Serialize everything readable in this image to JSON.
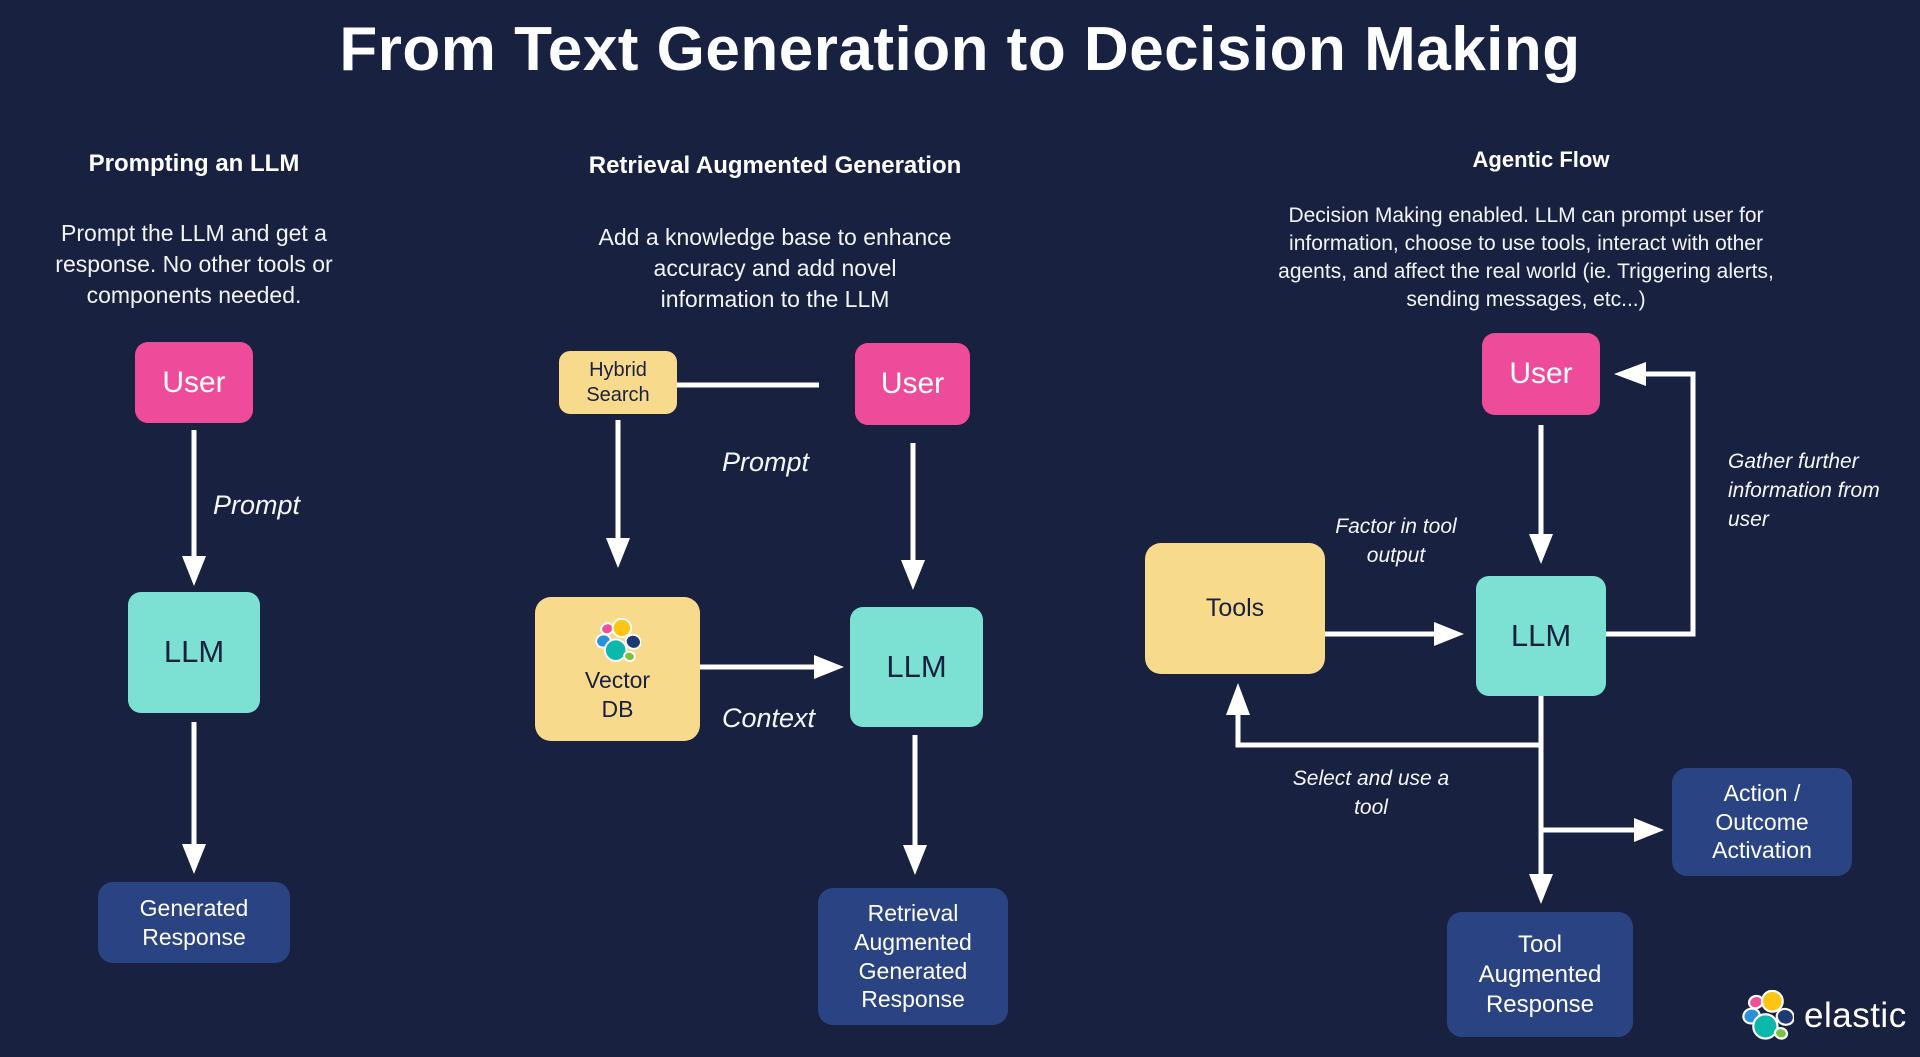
{
  "title": "From Text Generation to Decision Making",
  "brand": "elastic",
  "colors": {
    "background": "#182140",
    "user_box": "#ee4c9b",
    "llm_box": "#7ce0d2",
    "tool_box": "#f8da8c",
    "response_box": "#2a4383",
    "arrow": "#ffffff",
    "logo_palette": {
      "yellow": "#fec514",
      "pink": "#f04e98",
      "blue": "#2b8fd9",
      "teal": "#0cb7ac",
      "navy": "#1e3a70",
      "green": "#7bc142"
    }
  },
  "columns": {
    "prompting": {
      "heading": "Prompting an LLM",
      "description": "Prompt the LLM and get a\nresponse. No other tools or\ncomponents needed.",
      "nodes": {
        "user": "User",
        "llm": "LLM",
        "response": "Generated\nResponse"
      },
      "labels": {
        "prompt": "Prompt"
      }
    },
    "rag": {
      "heading": "Retrieval Augmented Generation",
      "description": "Add a knowledge base to enhance\naccuracy and add novel\ninformation to the LLM",
      "nodes": {
        "hybrid_search": "Hybrid\nSearch",
        "user": "User",
        "vector_db": "Vector\nDB",
        "llm": "LLM",
        "response": "Retrieval\nAugmented\nGenerated\nResponse"
      },
      "labels": {
        "prompt": "Prompt",
        "context": "Context"
      }
    },
    "agentic": {
      "heading": "Agentic Flow",
      "description": "Decision Making enabled. LLM can prompt user for\ninformation, choose to use tools, interact with other\nagents, and affect the real world (ie. Triggering alerts,\nsending messages, etc...)",
      "nodes": {
        "user": "User",
        "tools": "Tools",
        "llm": "LLM",
        "action": "Action /\nOutcome\nActivation",
        "response": "Tool\nAugmented\nResponse"
      },
      "labels": {
        "factor": "Factor in\ntool\noutput",
        "gather": "Gather\nfurther\ninformation\nfrom user",
        "select": "Select and\nuse a tool"
      }
    }
  }
}
